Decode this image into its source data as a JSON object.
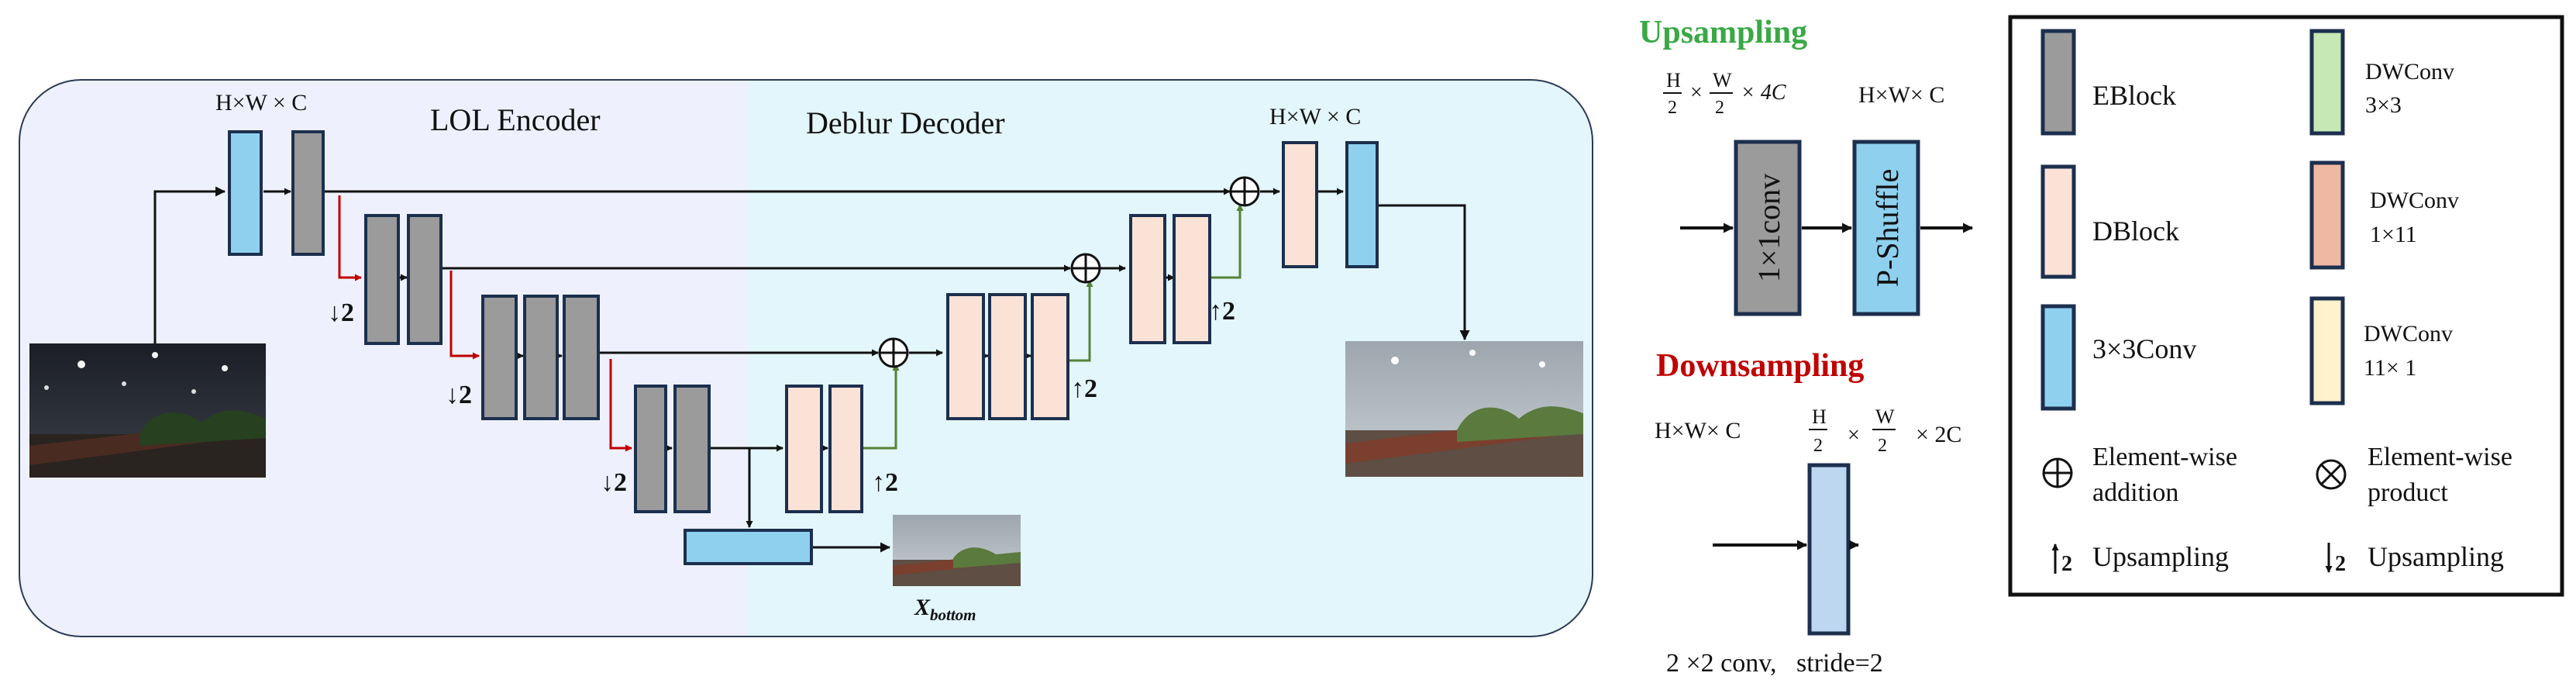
{
  "colors": {
    "eblock": "#9b9b9b",
    "dblock": "#fbe2d6",
    "conv3": "#8fd0ef",
    "down_conv": "#bcd7ef",
    "dwconv3": "#c5e8b4",
    "dwconv1x11": "#efb8a2",
    "dwconv11x1": "#fff2cc",
    "border": "#1c2f4e",
    "encoder_bg": "#eef1fd",
    "decoder_bg": "#e3f6fb",
    "arrow_down": "#c00000",
    "arrow_up": "#548235",
    "upsampling_title": "#3aa845",
    "downsampling_title": "#c00000"
  },
  "main": {
    "encoder_label": "LOL Encoder",
    "decoder_label": "Deblur Decoder",
    "dims_in": "H×W × C",
    "dims_out": "H×W × C",
    "down_factor": "↓2",
    "up_factor": "↑2",
    "bottom_output_label": "X",
    "bottom_output_subscript": "bottom"
  },
  "upsampling": {
    "title": "Upsampling",
    "dims_in_num1": "H",
    "dims_in_den1": "2",
    "dims_in_num2": "W",
    "dims_in_den2": "2",
    "dims_in_tail": "× 4C",
    "dims_out": "H×W× C",
    "conv_label": "1×1conv",
    "shuffle_label": "P-Shuffle"
  },
  "downsampling": {
    "title": "Downsampling",
    "dims_in": "H×W× C",
    "dims_out_num1": "H",
    "dims_out_den1": "2",
    "dims_out_num2": "W",
    "dims_out_den2": "2",
    "dims_out_tail": "× 2C",
    "caption": "2 ×2 conv,   stride=2"
  },
  "legend": {
    "eblock": "EBlock",
    "dblock": "DBlock",
    "conv3": "3×3Conv",
    "addition_line1": "Element-wise",
    "addition_line2": "addition",
    "up_line": "Upsampling",
    "dwconv3_line1": "DWConv",
    "dwconv3_line2": "3×3",
    "dwconv1x11_line1": "DWConv",
    "dwconv1x11_line2": "1×11",
    "dwconv11x1_line1": "DWConv",
    "dwconv11x1_line2": "11× 1",
    "product_line1": "Element-wise",
    "product_line2": "product",
    "down_line": "Upsampling"
  }
}
